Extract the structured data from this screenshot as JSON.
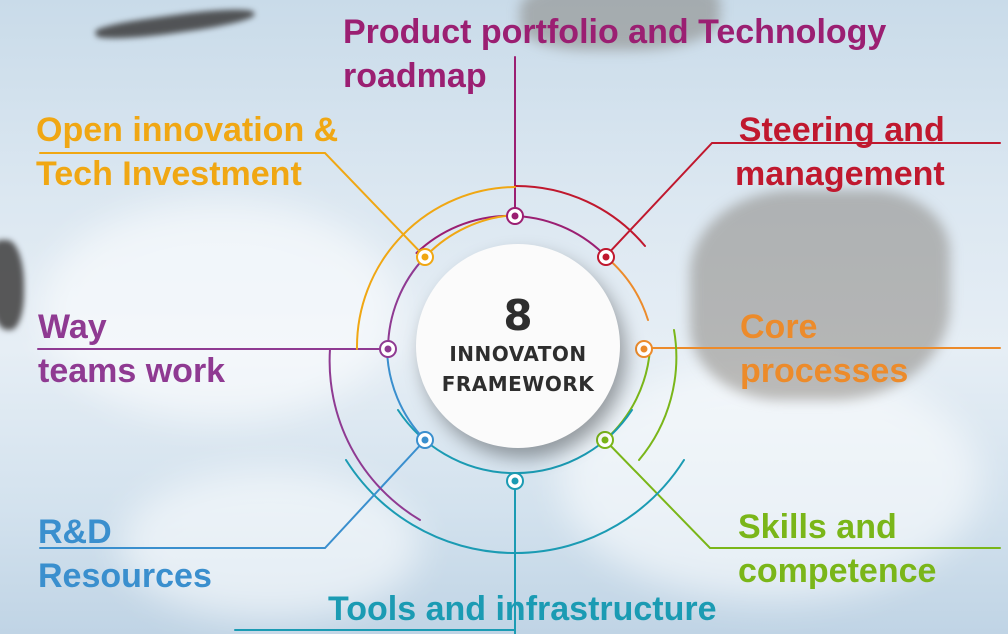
{
  "colors": {
    "product": "#9b1f72",
    "steering": "#c0182e",
    "core": "#ec8b2b",
    "skills": "#7ab619",
    "tools": "#1b9bb3",
    "rd": "#3a8fce",
    "way": "#8f3a92",
    "open": "#f0a713"
  },
  "center": {
    "number": "8",
    "line1": "INNOVATON",
    "line2": "FRAMEWORK"
  },
  "labels": {
    "product": {
      "line1": "Product portfolio and Technology",
      "line2": "roadmap"
    },
    "steering": {
      "line1": "Steering and",
      "line2": "management"
    },
    "open": {
      "line1": "Open innovation &",
      "line2": "Tech Investment"
    },
    "way": {
      "line1": "Way",
      "line2": "teams work"
    },
    "core": {
      "line1": "Core",
      "line2": "processes"
    },
    "rd": {
      "line1": "R&D",
      "line2": "Resources"
    },
    "skills": {
      "line1": "Skills and",
      "line2": "competence"
    },
    "tools": {
      "line1": "Tools and infrastructure"
    }
  }
}
